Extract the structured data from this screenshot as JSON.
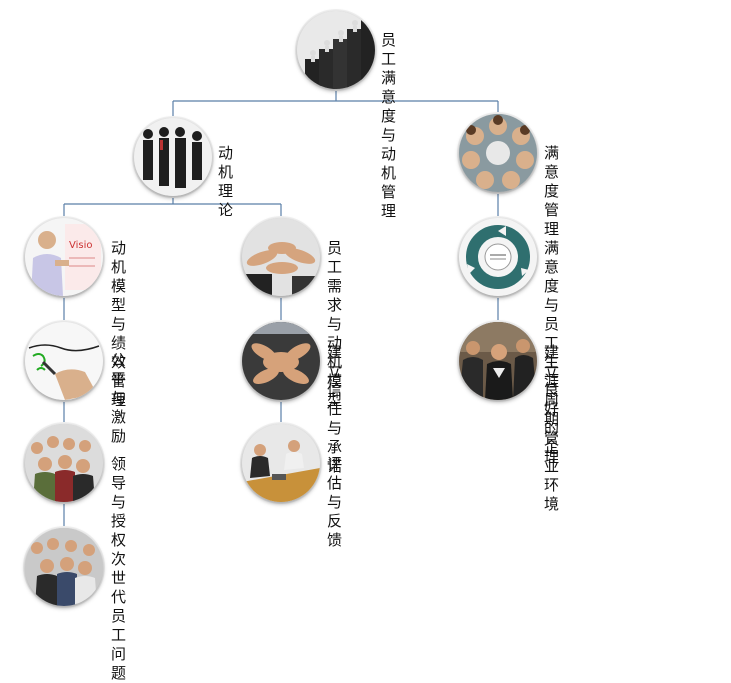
{
  "nodes": {
    "root": {
      "label": "员工满意度与\n动机管理",
      "icon": "people-on-stairs-photo"
    },
    "motivation": {
      "label": "动机理论",
      "icon": "business-people-standing-photo"
    },
    "satisfaction": {
      "label": "满意度管理",
      "icon": "circle-of-smiling-faces-photo"
    },
    "model_perf": {
      "label": "动机模型与绩\n效管理",
      "icon": "vision-whiteboard-photo"
    },
    "needs_model": {
      "label": "员工需求与动\n机模型",
      "icon": "stacked-hands-photo"
    },
    "lifecycle": {
      "label": "满意度与员工\n生涯周期管理",
      "icon": "cycle-diagram-photo"
    },
    "fairness": {
      "label": "公平与激励",
      "icon": "budget-handwriting-photo"
    },
    "trust": {
      "label": "建立信任与承\n诺",
      "icon": "team-hands-together-photo"
    },
    "environment": {
      "label": "建立良好 的企\n业环境",
      "icon": "office-team-photo"
    },
    "leadership": {
      "label": "领导与授权",
      "icon": "group-of-staff-photo"
    },
    "feedback": {
      "label": "评估与反馈",
      "icon": "meeting-table-photo"
    },
    "nextgen": {
      "label": "次世代员工问\n题",
      "icon": "young-crowd-photo"
    }
  },
  "colors": {
    "connector": "#5a7fa8"
  }
}
